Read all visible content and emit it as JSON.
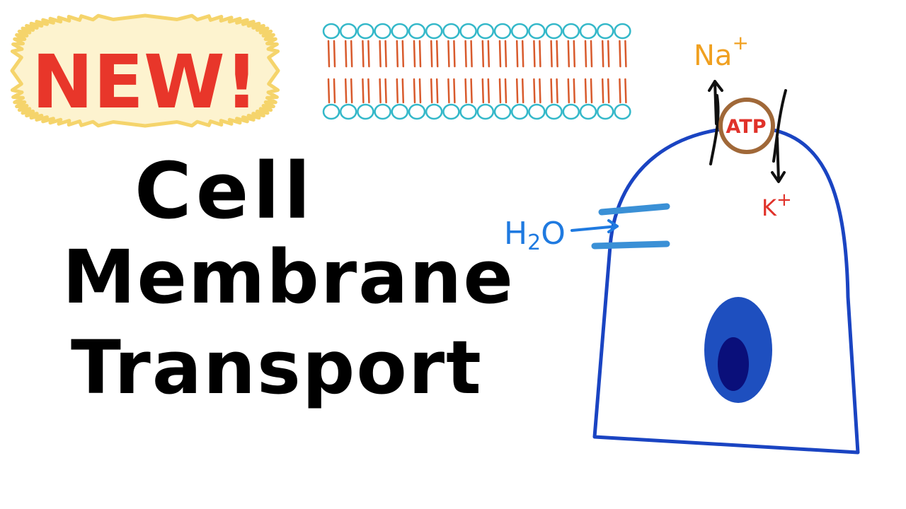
{
  "badge": {
    "label": "NEW!",
    "fill_color": "#fdf3cf",
    "border_color": "#f5d46b",
    "text_color": "#e8362a"
  },
  "title": {
    "line1": "Cell",
    "line2": "Membrane",
    "line3": "Transport"
  },
  "diagram": {
    "membrane_head_color": "#34b8c9",
    "membrane_tail_color": "#d85a2c",
    "cell_outline_color": "#1a44c2",
    "nucleus_color": "#1e4fbf",
    "nucleolus_color": "#0a0f7a",
    "sodium_label": "Na",
    "sodium_charge": "+",
    "sodium_color": "#f0a020",
    "potassium_label": "K",
    "potassium_charge": "+",
    "potassium_color": "#e0322a",
    "pump_label": "ATP",
    "pump_color": "#a06838",
    "water_label": "H",
    "water_subscript": "2",
    "water_label_suffix": "O",
    "water_color": "#1f7ae0",
    "channel_color": "#3a90d6"
  }
}
